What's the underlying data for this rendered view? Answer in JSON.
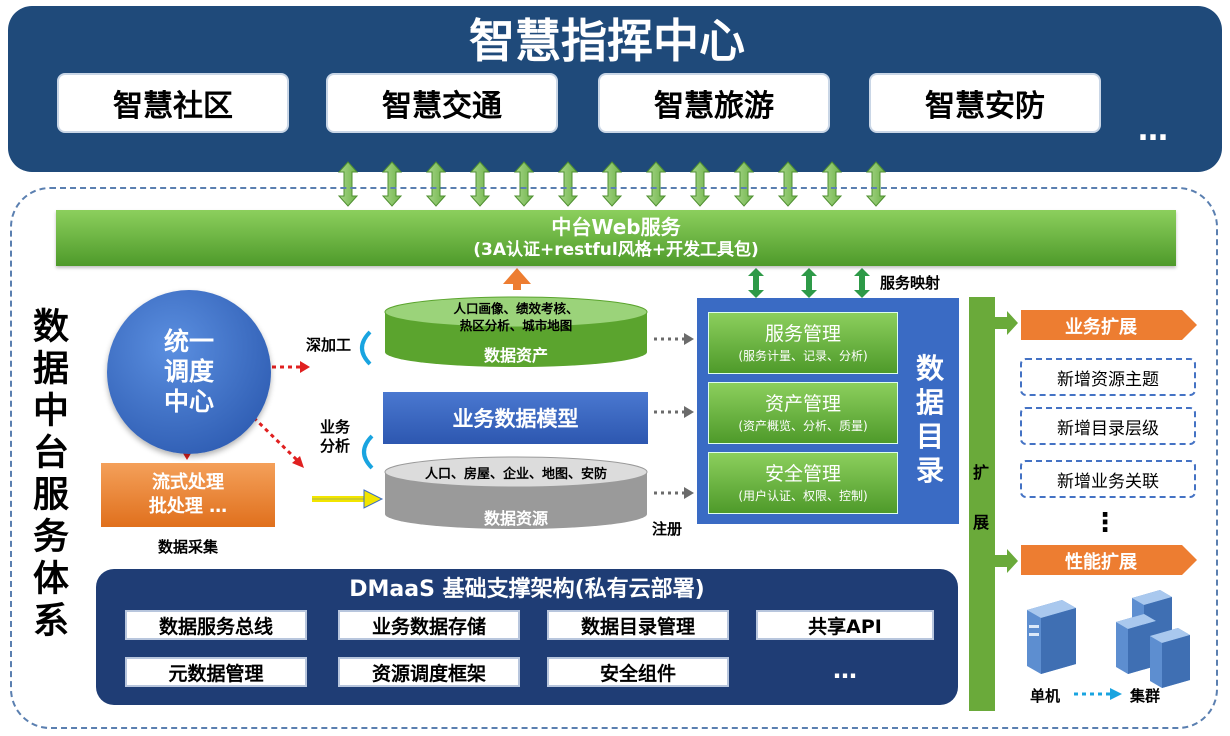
{
  "top": {
    "title": "智慧指挥中心",
    "items": [
      "智慧社区",
      "智慧交通",
      "智慧旅游",
      "智慧安防"
    ],
    "more": "…"
  },
  "side_title": "数据中台服务体系",
  "web_service": {
    "title": "中台Web服务",
    "subtitle": "(3A认证+restful风格+开发工具包)"
  },
  "service_mapping_label": "服务映射",
  "scheduler": {
    "line1": "统一",
    "line2": "调度",
    "line3": "中心"
  },
  "process": {
    "line1": "流式处理",
    "line2": "批处理 …"
  },
  "data_collect_label": "数据采集",
  "deep_process_label": "深加工",
  "biz_analysis_label": {
    "line1": "业务",
    "line2": "分析"
  },
  "data_assets": {
    "top_line1": "人口画像、绩效考核、",
    "top_line2": "热区分析、城市地图",
    "label": "数据资产"
  },
  "business_model": "业务数据模型",
  "data_resources": {
    "top": "人口、房屋、企业、地图、安防",
    "label": "数据资源"
  },
  "register_label": "注册",
  "catalog": {
    "label": [
      "数",
      "据",
      "目",
      "录"
    ],
    "boxes": [
      {
        "title": "服务管理",
        "sub": "(服务计量、记录、分析)"
      },
      {
        "title": "资产管理",
        "sub": "(资产概览、分析、质量)"
      },
      {
        "title": "安全管理",
        "sub": "(用户认证、权限、控制)"
      }
    ]
  },
  "expand": {
    "bar_label": [
      "扩",
      "展"
    ],
    "business": "业务扩展",
    "performance": "性能扩展",
    "items": [
      "新增资源主题",
      "新增目录层级",
      "新增业务关联"
    ],
    "vdots": "⋮",
    "single": "单机",
    "cluster": "集群"
  },
  "dmaas": {
    "title": "DMaaS 基础支撑架构(私有云部署)",
    "row1": [
      "数据服务总线",
      "业务数据存储",
      "数据目录管理",
      "共享API"
    ],
    "row2": [
      "元数据管理",
      "资源调度框架",
      "安全组件"
    ],
    "more": "…"
  },
  "colors": {
    "navy": "#1f4a7a",
    "green": "#5da832",
    "blue": "#3a6bc4",
    "orange": "#ed7d31"
  }
}
